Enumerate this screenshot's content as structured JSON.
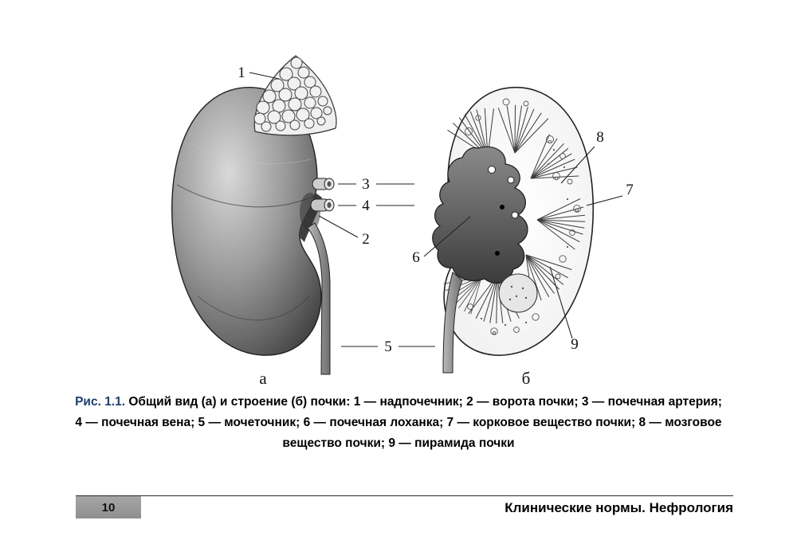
{
  "page": {
    "number": "10",
    "footer_title": "Клинические нормы. Нефрология"
  },
  "caption": {
    "fig_label": "Рис. 1.1.",
    "line1": "Общий вид (а) и строение (б) почки: 1 — надпочечник; 2 — ворота почки; 3 — почечная артерия;",
    "line2": "4 — почечная вена; 5 — мочеточник; 6 — почечная лоханка; 7 — корковое вещество почки; 8 — мозговое",
    "line3": "вещество почки; 9 — пирамида почки"
  },
  "figure": {
    "panel_a": {
      "letter": "а",
      "label_adrenal": "1",
      "label_hilum": "2",
      "label_artery": "3",
      "label_vein": "4",
      "label_ureter": "5"
    },
    "panel_b": {
      "letter": "б",
      "label_pelvis": "6",
      "label_cortex": "7",
      "label_medulla": "8",
      "label_pyramid": "9"
    }
  },
  "colors": {
    "figure_label_accent": "#1b3f72",
    "footer_box_gray": "#9a9a9a"
  }
}
